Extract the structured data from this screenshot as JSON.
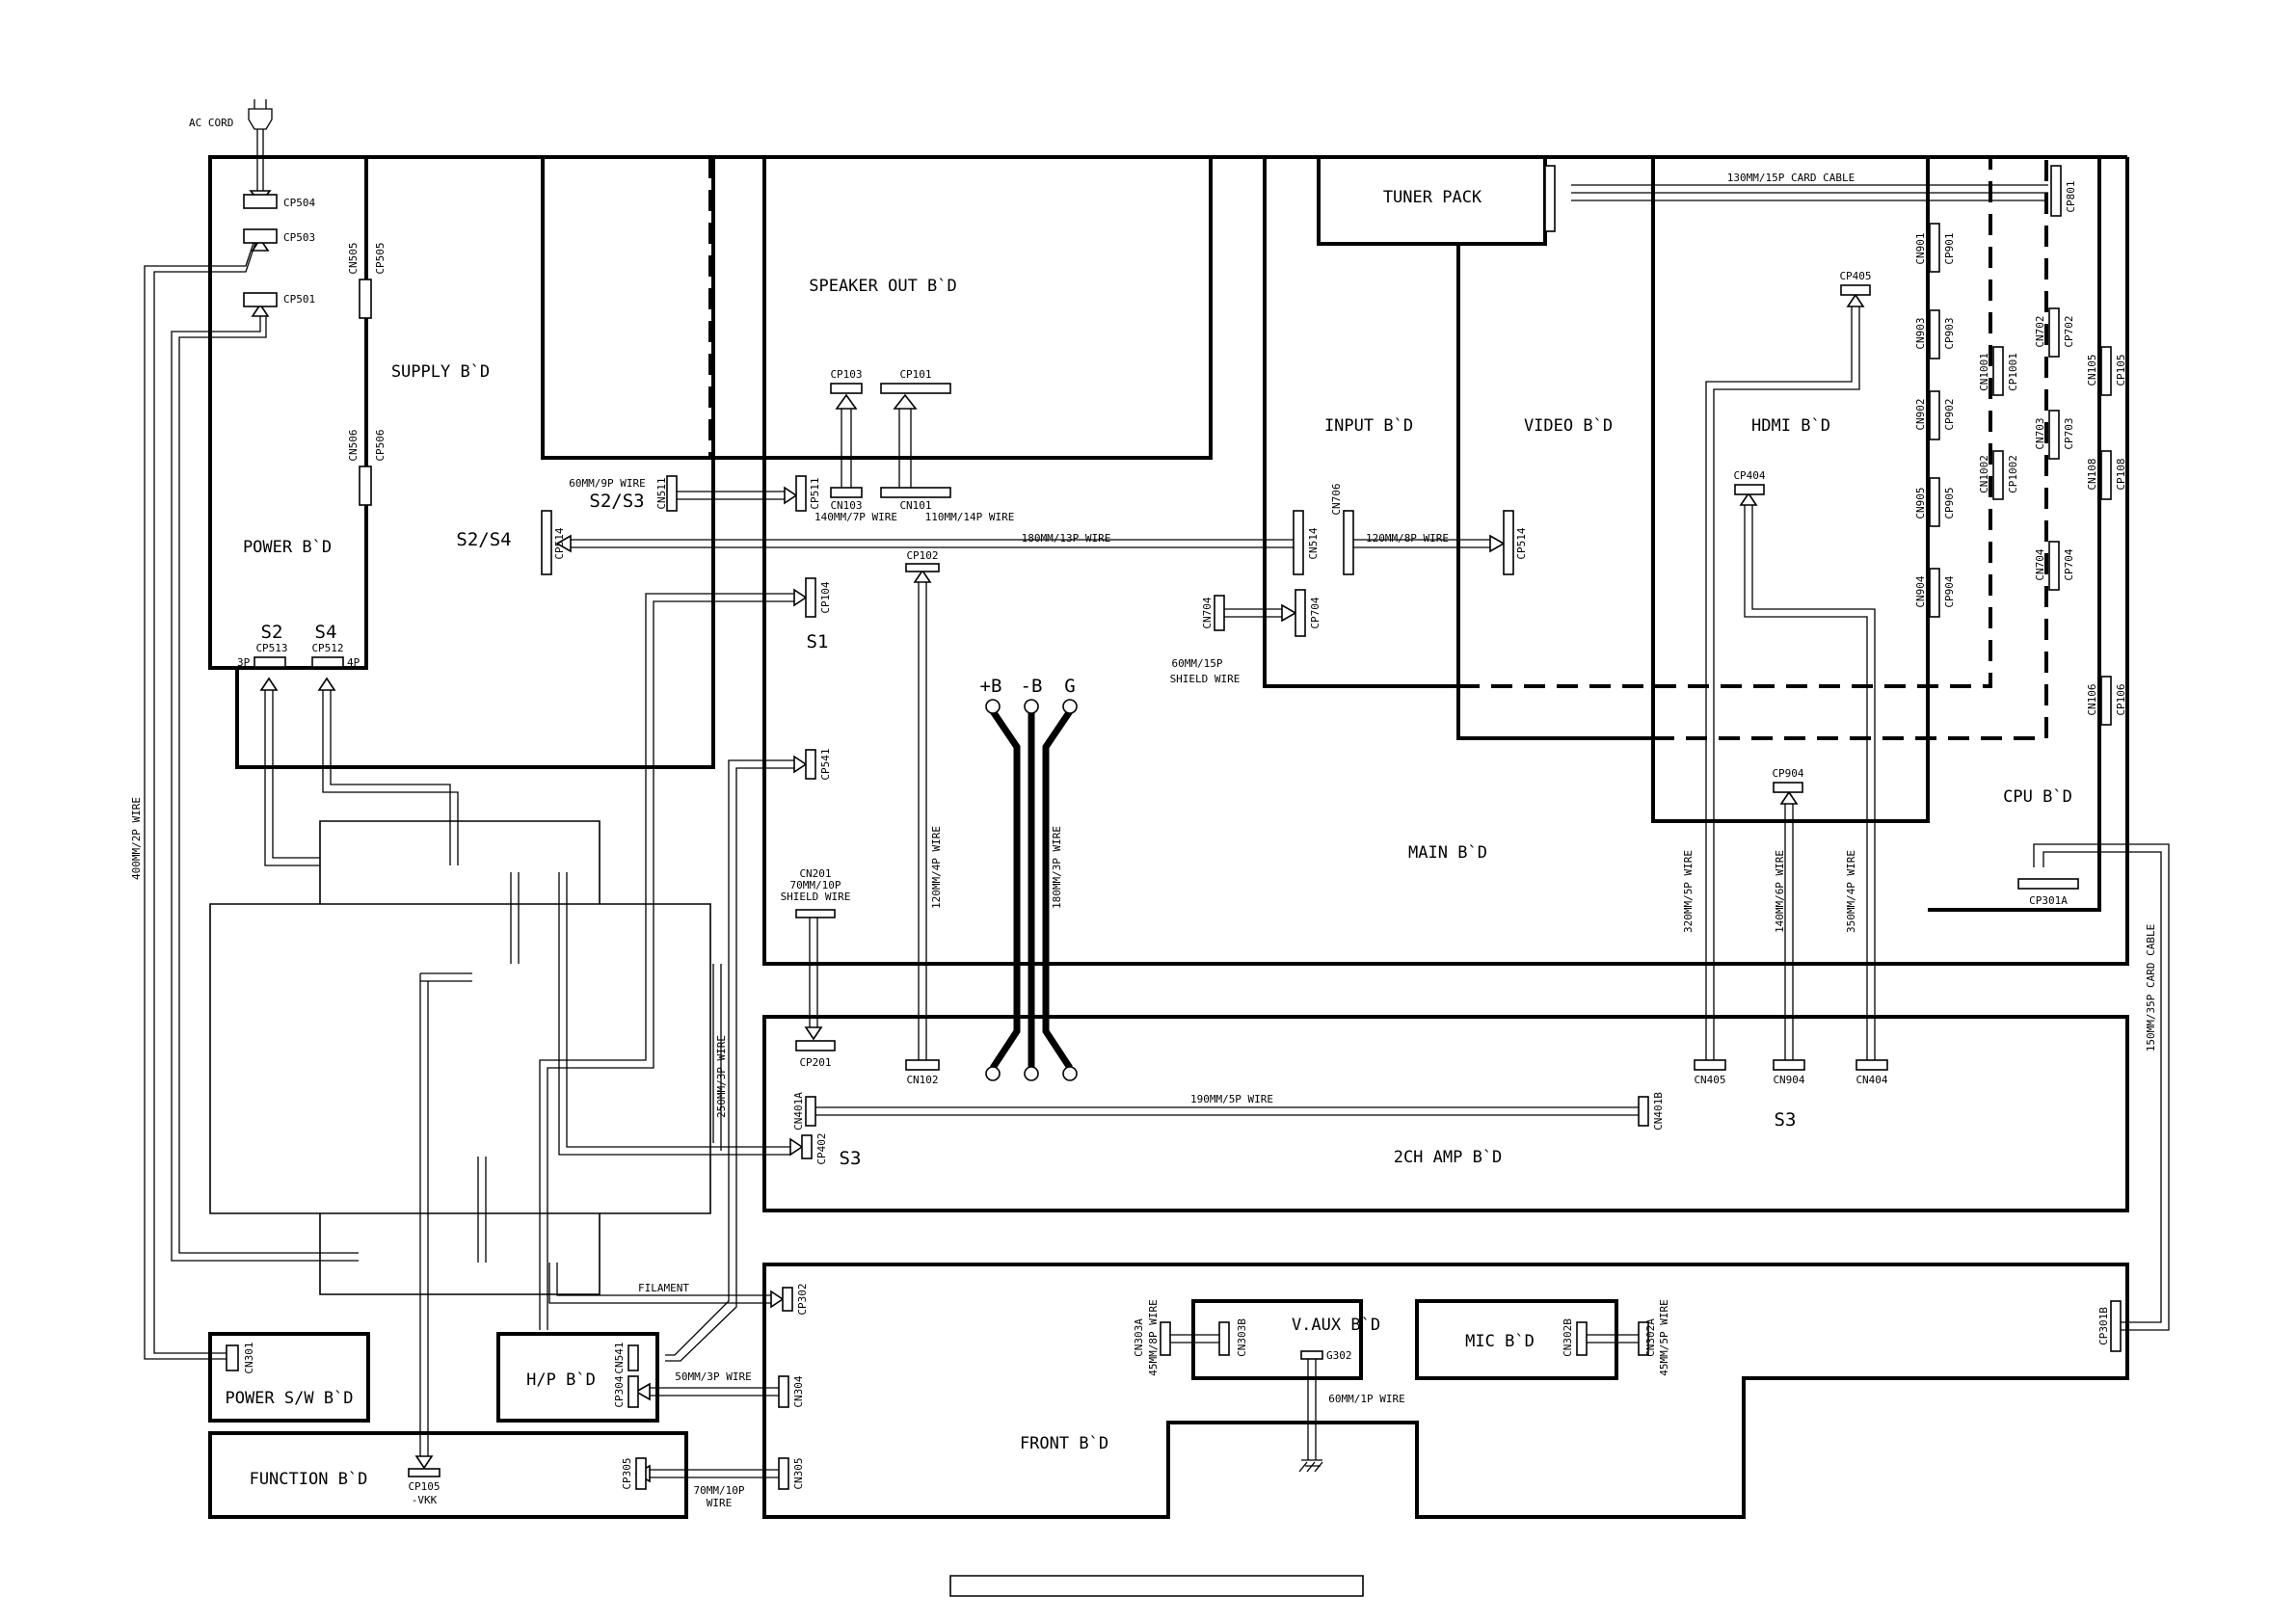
{
  "boards": {
    "power": "POWER B`D",
    "supply": "SUPPLY B`D",
    "speaker_out": "SPEAKER OUT B`D",
    "tuner_pack": "TUNER PACK",
    "input": "INPUT B`D",
    "video": "VIDEO B`D",
    "hdmi": "HDMI B`D",
    "cpu": "CPU B`D",
    "main": "MAIN B`D",
    "amp_2ch": "2CH AMP B`D",
    "front": "FRONT B`D",
    "vaux": "V.AUX B`D",
    "mic": "MIC B`D",
    "power_sw": "POWER S/W B`D",
    "hp": "H/P B`D",
    "function": "FUNCTION B`D"
  },
  "connectors": {
    "cp504": "CP504",
    "cp503": "CP503",
    "cp501": "CP501",
    "cn505": "CN505",
    "cp505": "CP505",
    "cn506": "CN506",
    "cp506": "CP506",
    "cp513": "CP513",
    "cp512": "CP512",
    "cp103": "CP103",
    "cp101": "CP101",
    "cn103": "CN103",
    "cn101": "CN101",
    "cn511": "CN511",
    "cp511": "CP511",
    "cp514_left": "CP514",
    "cp102": "CP102",
    "cp104": "CP104",
    "cp541": "CP541",
    "cn514": "CN514",
    "cn706": "CN706",
    "cp514_right": "CP514",
    "cn704": "CN704",
    "cp704_input": "CP704",
    "cp801": "CP801",
    "cp405": "CP405",
    "cp404": "CP404",
    "cp904": "CP904",
    "cn901": "CN901",
    "cp901": "CP901",
    "cn903": "CN903",
    "cp903": "CP903",
    "cn902": "CN902",
    "cp902": "CP902",
    "cn905": "CN905",
    "cp905": "CP905",
    "cn904_vert": "CN904",
    "cp904_vert": "CP904",
    "cn1001": "CN1001",
    "cp1001": "CP1001",
    "cn1002": "CN1002",
    "cp1002": "CP1002",
    "cn702": "CN702",
    "cp702": "CP702",
    "cn703": "CN703",
    "cp703": "CP703",
    "cn704_cpu": "CN704",
    "cp704_cpu": "CP704",
    "cn105": "CN105",
    "cp105": "CP105",
    "cn108": "CN108",
    "cp108": "CP108",
    "cn106": "CN106",
    "cp106": "CP106",
    "cp301a": "CP301A",
    "cn201": "CN201",
    "cp201": "CP201",
    "cn102": "CN102",
    "cn405": "CN405",
    "cn904": "CN904",
    "cn404": "CN404",
    "cn401a": "CN401A",
    "cn401b": "CN401B",
    "cp402": "CP402",
    "cp302": "CP302",
    "cn304": "CN304",
    "cn305": "CN305",
    "cp301b": "CP301B",
    "cn303a": "CN303A",
    "cn303b": "CN303B",
    "g302": "G302",
    "cn302b": "CN302B",
    "cn302a": "CN302A",
    "cn301": "CN301",
    "cn541": "CN541",
    "cp304": "CP304",
    "cp305": "CP305",
    "cp105_function": "CP105",
    "vkk": "-VKK"
  },
  "labels": {
    "ac_cord": "AC CORD",
    "s2": "S2",
    "s4": "S4",
    "p3": "3P",
    "p4": "4P",
    "s2s3": "S2/S3",
    "s2s4": "S2/S4",
    "s1": "S1",
    "s3_amp": "S3",
    "s3_right": "S3",
    "plus_b": "+B",
    "minus_b": "-B",
    "g": "G",
    "filament": "FILAMENT"
  },
  "wires": {
    "w400_2p": "400MM/2P WIRE",
    "w60_9p": "60MM/9P WIRE",
    "w140_7p": "140MM/7P WIRE",
    "w110_14p": "110MM/14P WIRE",
    "w180_13p": "180MM/13P WIRE",
    "w120_8p": "120MM/8P WIRE",
    "w60_15p": "60MM/15P",
    "shield_wire": "SHIELD WIRE",
    "w130_15p_card": "130MM/15P CARD CABLE",
    "w70_10p": "70MM/10P",
    "shield_wire_2": "SHIELD WIRE",
    "w120_4p": "120MM/4P WIRE",
    "w180_3p": "180MM/3P WIRE",
    "w320_5p": "320MM/5P WIRE",
    "w140_6p": "140MM/6P WIRE",
    "w350_4p": "350MM/4P WIRE",
    "w150_35p_card": "150MM/35P CARD CABLE",
    "w190_5p": "190MM/5P WIRE",
    "w250_3p": "250MM/3P WIRE",
    "w50_3p": "50MM/3P WIRE",
    "w70_10p_front": "70MM/10P",
    "wire": "WIRE",
    "w45_8p": "45MM/8P WIRE",
    "w45_5p": "45MM/5P WIRE",
    "w60_1p": "60MM/1P WIRE"
  }
}
